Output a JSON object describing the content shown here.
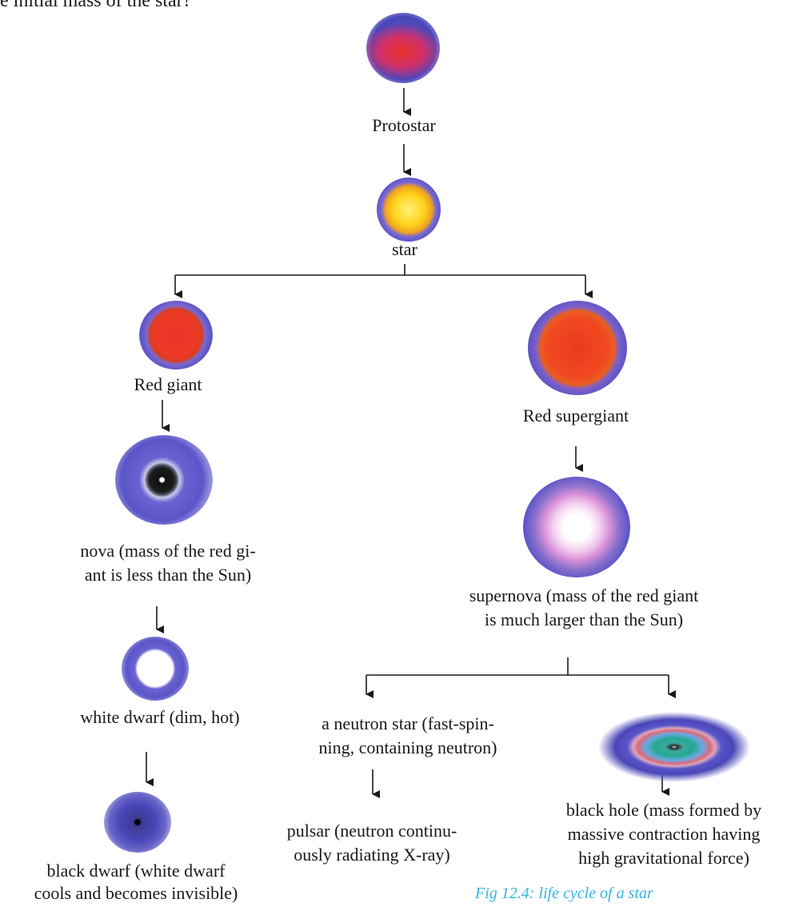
{
  "header_fragment": "e initial mass of the star?",
  "nodes": {
    "protostar": "Protostar",
    "star": "star",
    "red_giant": "Red giant",
    "red_supergiant": "Red supergiant",
    "nova_line1": "nova (mass of the red gi-",
    "nova_line2": "ant is less than the Sun)",
    "supernova_line1": "supernova (mass of the red giant",
    "supernova_line2": "is much larger than the Sun)",
    "white_dwarf": "white dwarf (dim, hot)",
    "neutron_line1": "a neutron star (fast-spin-",
    "neutron_line2": "ning, containing neutron)",
    "black_dwarf_line1": "black dwarf (white dwarf",
    "black_dwarf_line2": "cools and becomes invisible)",
    "pulsar_line1": "pulsar (neutron continu-",
    "pulsar_line2": "ously radiating X-ray)",
    "black_hole_line1": "black hole (mass formed by",
    "black_hole_line2": "massive contraction having",
    "black_hole_line3": "high gravitational force)"
  },
  "caption": "Fig 12.4: life cycle of a star",
  "colors": {
    "halo": "#5a55c8",
    "core_red": "#e8342a",
    "core_yellow": "#ffd21a",
    "caption": "#35b5e0"
  }
}
